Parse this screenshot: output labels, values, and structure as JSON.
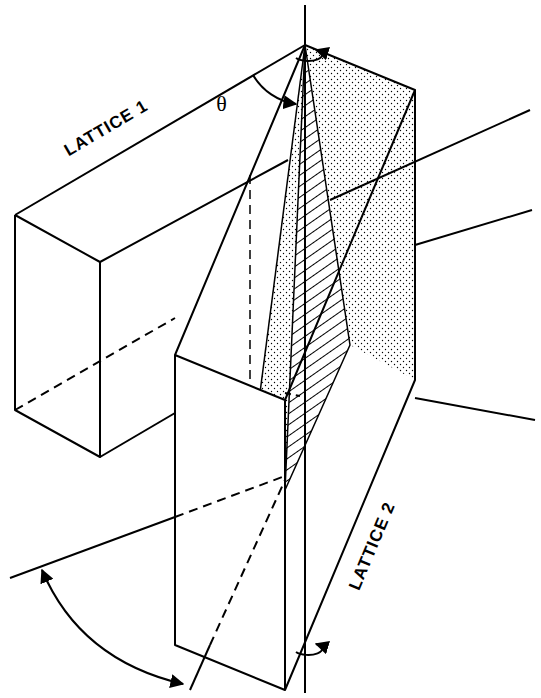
{
  "diagram": {
    "labels": [
      "LATTICE 1",
      "θ",
      "LATTICE 2"
    ]
  }
}
